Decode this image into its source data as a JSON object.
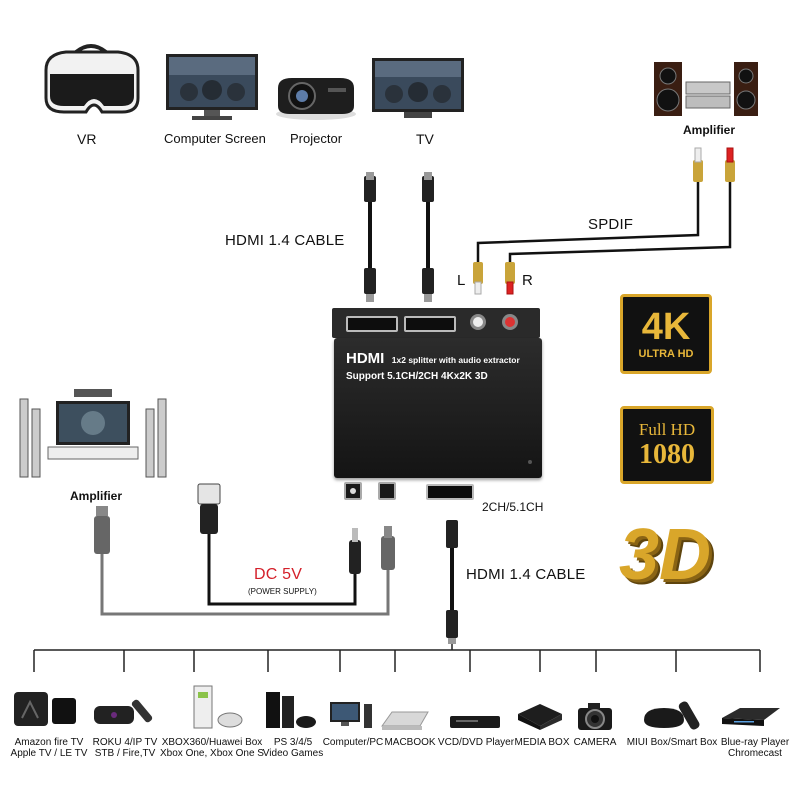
{
  "top_devices": [
    {
      "label": "VR",
      "icon": "vr-headset-icon"
    },
    {
      "label": "Computer Screen",
      "icon": "monitor-icon"
    },
    {
      "label": "Projector",
      "icon": "projector-icon"
    },
    {
      "label": "TV",
      "icon": "tv-icon"
    }
  ],
  "amplifier_top": {
    "label": "Amplifier",
    "icon": "speaker-stack-icon"
  },
  "amplifier_left": {
    "label": "Amplifier",
    "icon": "home-theater-icon"
  },
  "cables": {
    "hdmi_top": "HDMI 1.4 CABLE",
    "hdmi_bottom": "HDMI 1.4 CABLE",
    "spdif": "SPDIF",
    "left_channel": "L",
    "right_channel": "R",
    "dc_power": "DC 5V",
    "dc_power_note": "(POWER SUPPLY)",
    "audio_mode": "2CH/5.1CH"
  },
  "device": {
    "brand": "HDMI",
    "subtitle": "1x2 splitter with audio extractor",
    "support": "Support 5.1CH/2CH 4Kx2K 3D"
  },
  "badges": {
    "uhd_main": "4K",
    "uhd_sub": "ULTRA HD",
    "fhd_main": "Full HD",
    "fhd_sub": "1080",
    "three_d": "3D"
  },
  "colors": {
    "dc_label": "#d4202a",
    "gold": "#d9a62a",
    "device_body": "#1c1c1c"
  },
  "sources": [
    {
      "line1": "Amazon fire TV",
      "line2": "Apple TV / LE TV",
      "icon": "streaming-box-icon"
    },
    {
      "line1": "ROKU 4/IP TV",
      "line2": "STB / Fire,TV",
      "icon": "roku-icon"
    },
    {
      "line1": "XBOX360/Huawei Box",
      "line2": "Xbox One, Xbox One S",
      "icon": "console-icon"
    },
    {
      "line1": "PS 3/4/5",
      "line2": "Video Games",
      "icon": "playstation-icon"
    },
    {
      "line1": "Computer/PC",
      "line2": "",
      "icon": "desktop-pc-icon"
    },
    {
      "line1": "MACBOOK",
      "line2": "",
      "icon": "laptop-icon"
    },
    {
      "line1": "VCD/DVD Player",
      "line2": "",
      "icon": "dvd-player-icon"
    },
    {
      "line1": "MEDIA BOX",
      "line2": "",
      "icon": "media-box-icon"
    },
    {
      "line1": "CAMERA",
      "line2": "",
      "icon": "camera-icon"
    },
    {
      "line1": "MIUI Box/Smart Box",
      "line2": "",
      "icon": "smart-box-icon"
    },
    {
      "line1": "Blue-ray Player",
      "line2": "Chromecast",
      "icon": "bluray-player-icon"
    }
  ]
}
